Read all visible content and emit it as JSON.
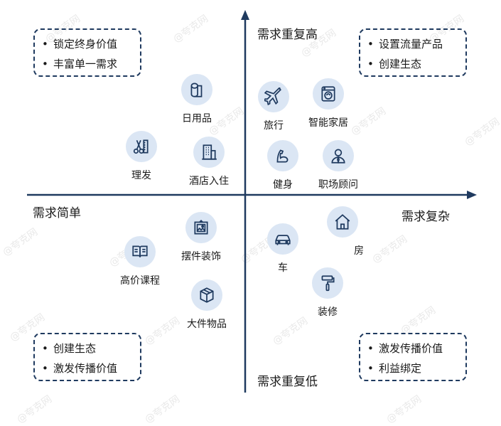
{
  "axes": {
    "top": "需求重复高",
    "bottom": "需求重复低",
    "left": "需求简单",
    "right": "需求复杂"
  },
  "quadrants": {
    "top_left": [
      "锁定终身价值",
      "丰富单一需求"
    ],
    "top_right": [
      "设置流量产品",
      "创建生态"
    ],
    "bottom_left": [
      "创建生态",
      "激发传播价值"
    ],
    "bottom_right": [
      "激发传播价值",
      "利益绑定"
    ]
  },
  "items": {
    "riyongpin": {
      "label": "日用品",
      "icon": "toilet-paper-icon"
    },
    "lifa": {
      "label": "理发",
      "icon": "scissors-comb-icon"
    },
    "jiudian": {
      "label": "酒店入住",
      "icon": "hotel-building-icon"
    },
    "lvxing": {
      "label": "旅行",
      "icon": "airplane-icon"
    },
    "zhineng": {
      "label": "智能家居",
      "icon": "washing-machine-icon"
    },
    "jianshen": {
      "label": "健身",
      "icon": "muscle-arm-icon"
    },
    "zhichang": {
      "label": "职场顾问",
      "icon": "consultant-person-icon"
    },
    "baijian": {
      "label": "摆件装饰",
      "icon": "picture-frame-icon"
    },
    "gaojia": {
      "label": "高价课程",
      "icon": "open-book-icon"
    },
    "dajian": {
      "label": "大件物品",
      "icon": "package-box-icon"
    },
    "fang": {
      "label": "房",
      "icon": "house-icon"
    },
    "che": {
      "label": "车",
      "icon": "car-icon"
    },
    "zhuangxiu": {
      "label": "装修",
      "icon": "paint-roller-icon"
    }
  },
  "watermark": "@夸克网",
  "colors": {
    "accent": "#1f3a5f",
    "icon_bg": "#dbe6f4"
  }
}
